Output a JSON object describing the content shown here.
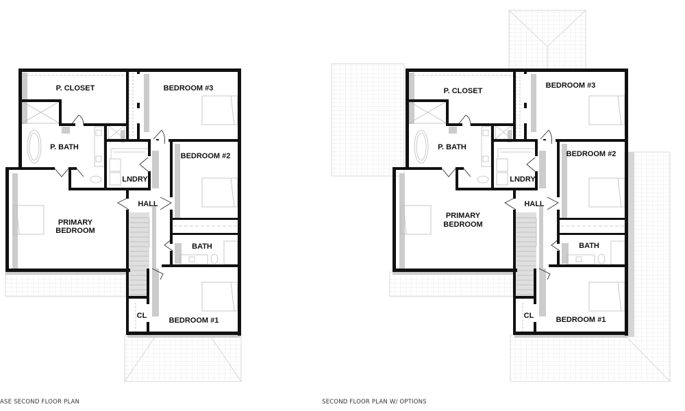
{
  "plans": [
    {
      "id": "base",
      "caption": "ASE SECOND FLOOR PLAN",
      "rooms": {
        "p_closet": "P. CLOSET",
        "bedroom3": "BEDROOM #3",
        "p_bath": "P. BATH",
        "bedroom2": "BEDROOM #2",
        "lndry": "LNDRY",
        "hall": "HALL",
        "primary_line1": "PRIMARY",
        "primary_line2": "BEDROOM",
        "bath": "BATH",
        "cl": "CL",
        "bedroom1": "BEDROOM #1"
      }
    },
    {
      "id": "options",
      "caption": "SECOND FLOOR PLAN W/ OPTIONS",
      "rooms": {
        "p_closet": "P. CLOSET",
        "bedroom3": "BEDROOM #3",
        "p_bath": "P. BATH",
        "bedroom2": "BEDROOM #2",
        "lndry": "LNDRY",
        "hall": "HALL",
        "primary_line1": "PRIMARY",
        "primary_line2": "BEDROOM",
        "bath": "BATH",
        "cl": "CL",
        "bedroom1": "BEDROOM #1"
      }
    }
  ],
  "colors": {
    "wall": "#111111",
    "shadow": "#c8c8c8",
    "roof_grid": "#e2e2e2",
    "roof_edge": "#cfcfcf"
  }
}
